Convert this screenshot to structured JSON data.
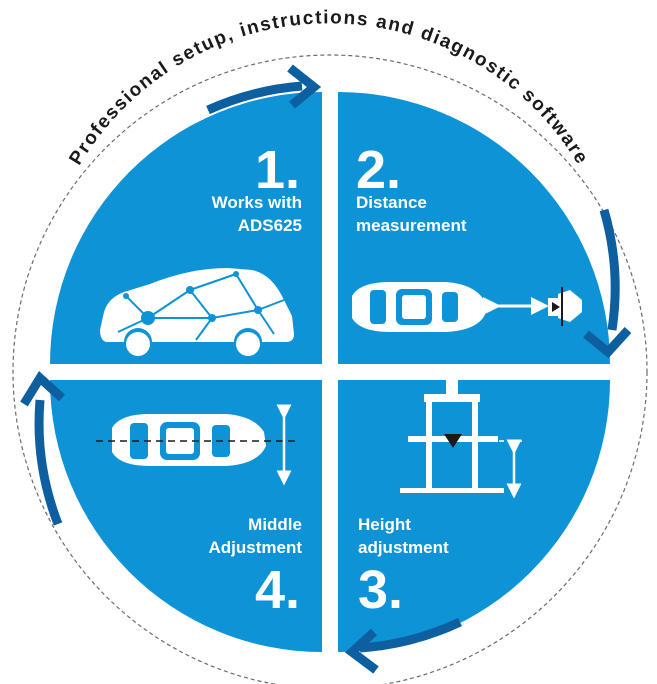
{
  "banner": {
    "text": "Professional setup, instructions and diagnostic software"
  },
  "colors": {
    "quadrant": "#0d93d6",
    "arrow": "#0d5fa0",
    "text_on_blue": "#ffffff",
    "dashed_ring": "#6b6b6b"
  },
  "steps": [
    {
      "number": "1.",
      "line1": "Works with",
      "line2": "ADS625",
      "icon": "networked-car-icon"
    },
    {
      "number": "2.",
      "line1": "Distance",
      "line2": "measurement",
      "icon": "car-distance-icon"
    },
    {
      "number": "3.",
      "line1": "Height",
      "line2": "adjustment",
      "icon": "calibration-stand-icon"
    },
    {
      "number": "4.",
      "line1": "Middle",
      "line2": "Adjustment",
      "icon": "car-centerline-icon"
    }
  ]
}
